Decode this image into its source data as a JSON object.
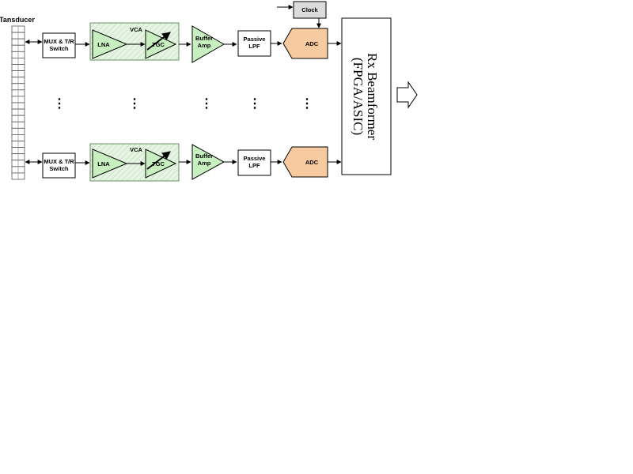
{
  "diagram": {
    "transducer_label": "Tansducer",
    "clock_label": "Clock",
    "vca_label": "VCA",
    "channel_top": {
      "mux_line1": "MUX & T/R",
      "mux_line2": "Switch",
      "lna": "LNA",
      "tgc": "TGC",
      "buffer_line1": "Buffer",
      "buffer_line2": "Amp",
      "lpf_line1": "Passive",
      "lpf_line2": "LPF",
      "adc": "ADC"
    },
    "channel_bottom": {
      "mux_line1": "MUX & T/R",
      "mux_line2": "Switch",
      "lna": "LNA",
      "tgc": "TGC",
      "buffer_line1": "Buffer",
      "buffer_line2": "Amp",
      "lpf_line1": "Passive",
      "lpf_line2": "LPF",
      "adc": "ADC"
    },
    "beamformer_line1": "Rx Beamformer",
    "beamformer_line2": "(FPGA/ASIC)",
    "ellipsis": "⋮",
    "colors": {
      "vca_fill": "#e6f5e3",
      "vca_stroke": "#6a8f64",
      "amp_fill": "#c8efc0",
      "adc_fill": "#f8caa0",
      "clock_fill": "#dcdcdc"
    }
  }
}
